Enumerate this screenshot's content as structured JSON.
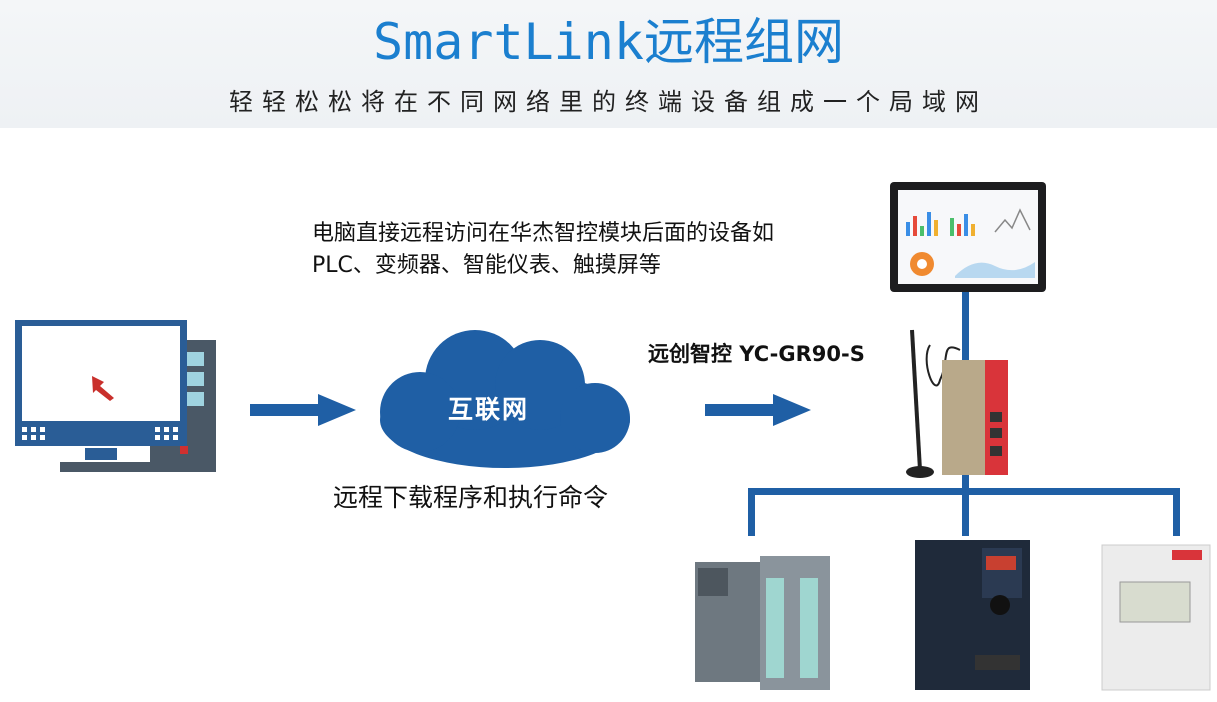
{
  "header": {
    "title": "SmartLink远程组网",
    "subtitle": "轻轻松松将在不同网络里的终端设备组成一个局域网"
  },
  "description": "电脑直接远程访问在华杰智控模块后面的设备如PLC、变频器、智能仪表、触摸屏等",
  "cloud_label": "互联网",
  "caption": "远程下载程序和执行命令",
  "router_label": "远创智控 YC-GR90-S",
  "colors": {
    "title": "#1b7fcf",
    "line": "#1f5fa5",
    "cloud": "#1f5fa5",
    "router_panel": "#d9343a"
  }
}
